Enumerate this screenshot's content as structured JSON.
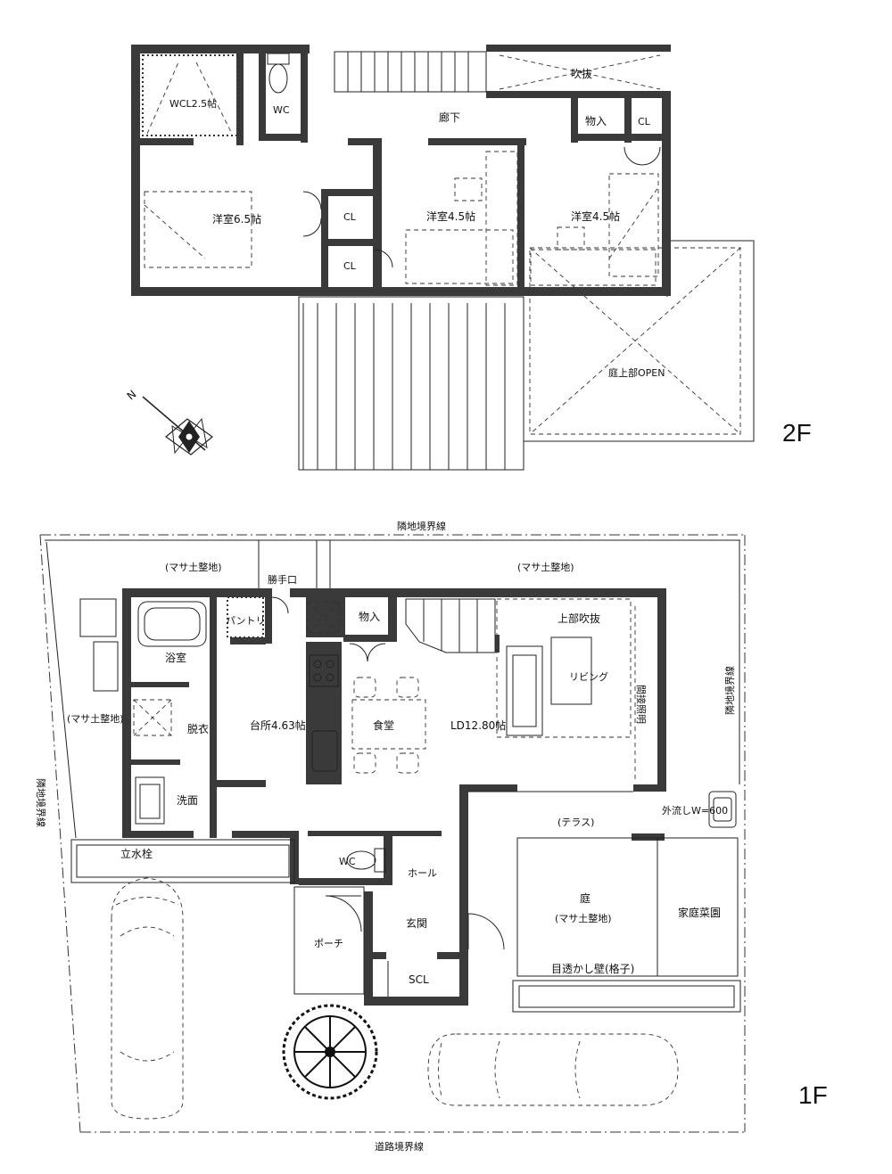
{
  "floor_labels": {
    "upper": "2F",
    "lower": "1F"
  },
  "upper_floor": {
    "walk_in_closet": "WCL2.5帖",
    "toilet": "WC",
    "atrium": "吹抜",
    "hallway": "廊下",
    "storage": "物入",
    "closet": "CL",
    "bedroom_large": "洋室6.5帖",
    "bedroom_mid": "洋室4.5帖",
    "bedroom_right": "洋室4.5帖",
    "garden_open": "庭上部OPEN"
  },
  "compass": {
    "north": "N"
  },
  "lower_floor": {
    "boundary_top": "隣地境界線",
    "boundary_left": "隣地境界線",
    "boundary_right": "隣地境界線",
    "boundary_bottom": "道路境界線",
    "soil_left_top": "(マサ土整地)",
    "soil_right_top": "(マサ土整地)",
    "soil_left": "(マサ土整地)",
    "kitchen_door": "勝手口",
    "pantry": "パントリ",
    "storage": "物入",
    "upper_atrium": "上部吹抜",
    "bath": "浴室",
    "kitchen": "台所4.63帖",
    "dining": "食堂",
    "ld": "LD12.80帖",
    "living": "リビング",
    "indirect_light": "間接照明",
    "dressing": "脱衣",
    "washroom": "洗面",
    "terrace": "(テラス)",
    "outdoor_sink": "外流しW=600",
    "water_tap": "立水栓",
    "toilet": "WC",
    "hall": "ホール",
    "garden": "庭",
    "garden_soil": "(マサ土整地)",
    "vegetable_garden": "家庭菜園",
    "entrance": "玄関",
    "porch": "ポーチ",
    "shoe_closet": "SCL",
    "lattice_wall": "目透かし壁(格子)"
  }
}
